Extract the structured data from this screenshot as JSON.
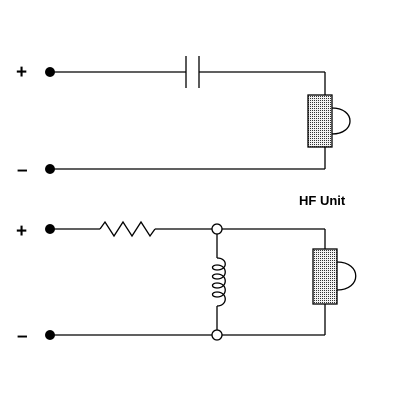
{
  "colors": {
    "line": "#000000",
    "background": "#ffffff",
    "open_node_fill": "#ffffff"
  },
  "circuit_1": {
    "plus_label": "+",
    "minus_label": "–",
    "components": [
      "capacitor",
      "speaker"
    ]
  },
  "circuit_2": {
    "title": "HF Unit",
    "plus_label": "+",
    "minus_label": "–",
    "components": [
      "resistor",
      "inductor",
      "speaker"
    ]
  }
}
